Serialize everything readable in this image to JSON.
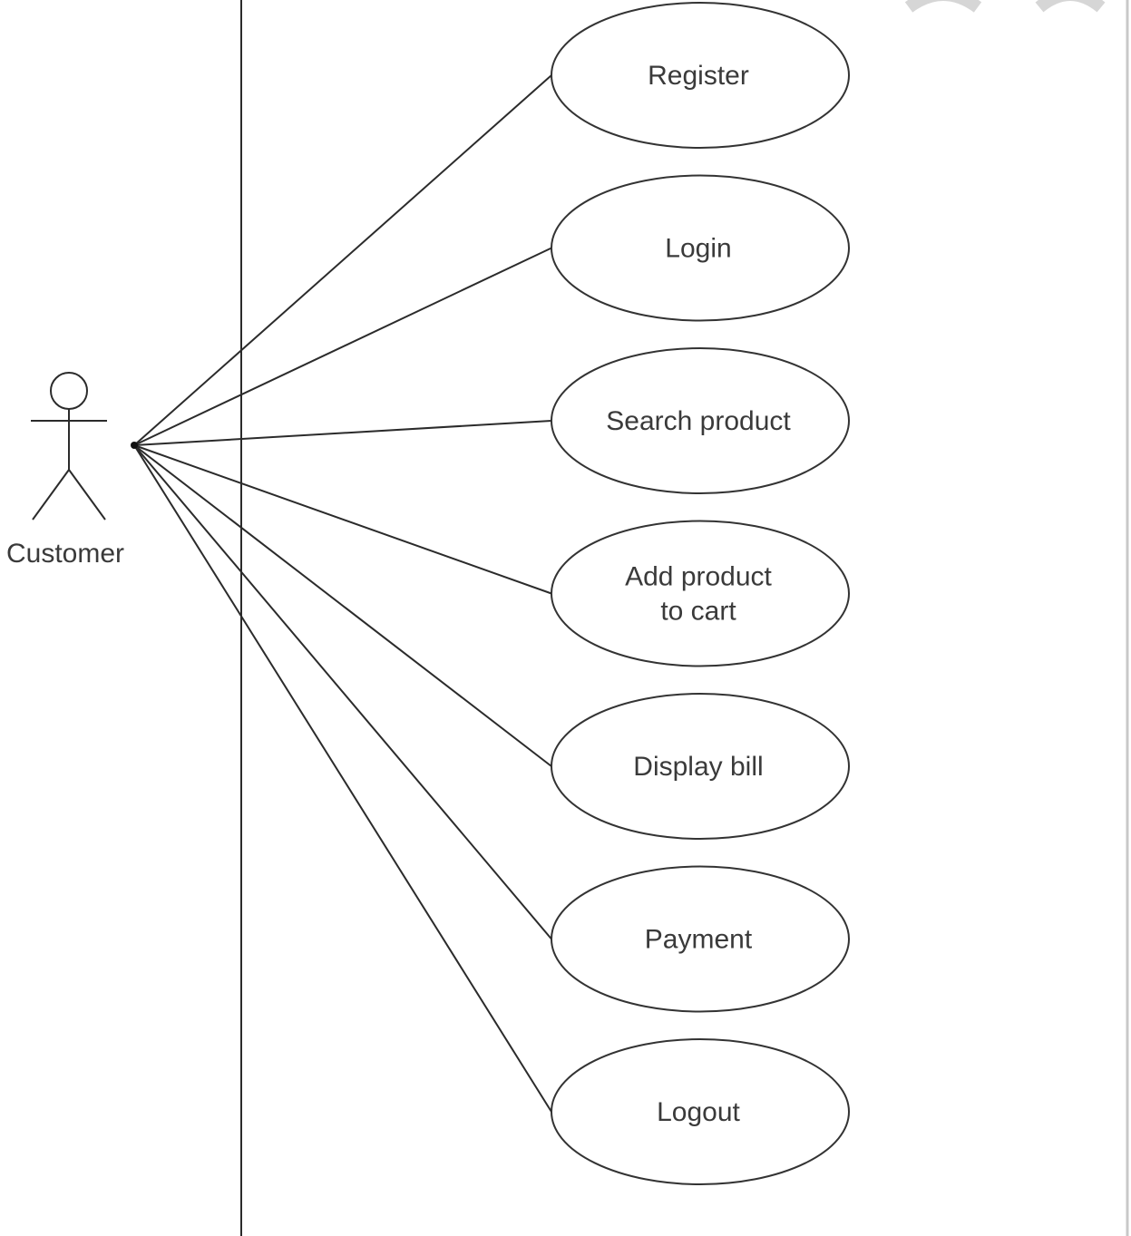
{
  "actor": {
    "name": "Customer"
  },
  "use_cases": [
    {
      "id": "register",
      "lines": [
        "Register"
      ]
    },
    {
      "id": "login",
      "lines": [
        "Login"
      ]
    },
    {
      "id": "search-product",
      "lines": [
        "Search product"
      ]
    },
    {
      "id": "add-product-to-cart",
      "lines": [
        "Add product",
        "to cart"
      ]
    },
    {
      "id": "display-bill",
      "lines": [
        "Display bill"
      ]
    },
    {
      "id": "payment",
      "lines": [
        "Payment"
      ]
    },
    {
      "id": "logout",
      "lines": [
        "Logout"
      ]
    }
  ],
  "colors": {
    "line": "#2b2b2b",
    "text": "#3a3a3a",
    "background": "#ffffff"
  }
}
